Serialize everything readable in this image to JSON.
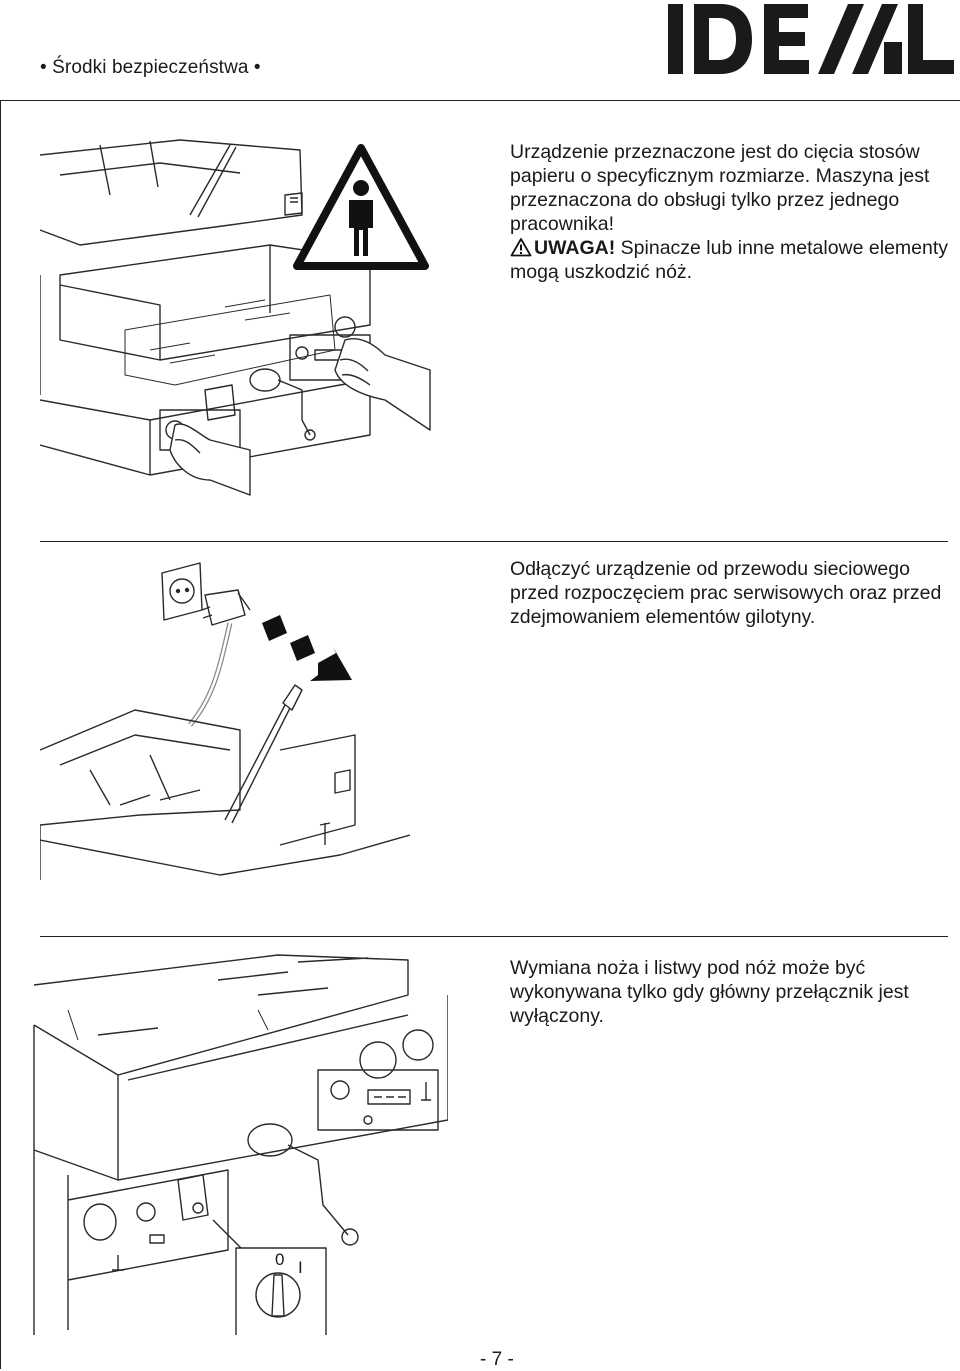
{
  "header": {
    "section_title": "• Środki bezpieczeństwa •",
    "logo_text": "IDEAL"
  },
  "sections": [
    {
      "paragraph_1": "Urządzenie przeznaczone jest do cięcia stosów papieru o specyficznym rozmiarze. Maszyna jest przeznaczona do obsługi tylko przez jednego pracownika!",
      "warning_label": "UWAGA!",
      "warning_text": " Spinacze lub inne metalowe elementy mogą uszkodzić nóż."
    },
    {
      "paragraph": "Odłączyć urządzenie od przewodu sieciowego przed rozpoczęciem prac serwisowych oraz przed zdejmowaniem elementów gilotyny."
    },
    {
      "paragraph": "Wymiana noża i listwy pod nóż może być wykonywana tylko gdy główny przełącznik jest wyłączony.",
      "switch_label_off": "0",
      "switch_label_on": "I"
    }
  ],
  "footer": {
    "page_number": "- 7 -"
  }
}
